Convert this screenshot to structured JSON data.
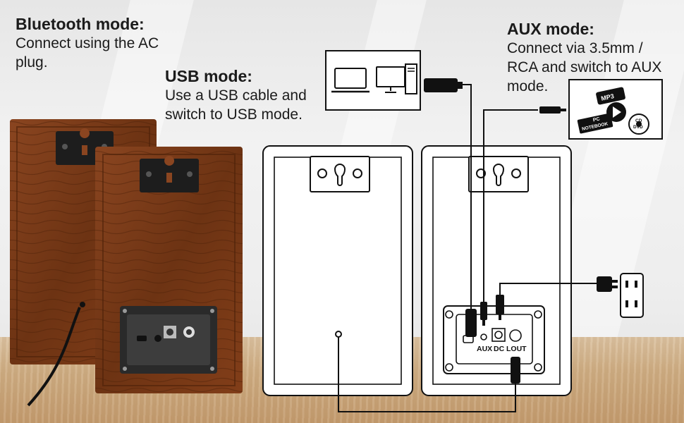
{
  "bluetooth": {
    "title": "Bluetooth mode:",
    "text": "Connect using the AC\nplug."
  },
  "usb": {
    "title": "USB mode:",
    "text": "Use a USB cable and\nswitch to USB mode."
  },
  "aux": {
    "title": "AUX mode:",
    "text": "Connect via 3.5mm /\nRCA and switch to AUX\nmode."
  },
  "panel": {
    "aux": "AUX",
    "dc": "DC",
    "lout": "LOUT"
  },
  "media": {
    "mp3": "MP3",
    "pc": "PC",
    "notebook": "NOTEBOOK",
    "cd": "CD",
    "dvd": "DVD"
  },
  "colors": {
    "wood": "#7a3b17",
    "outline": "#111111"
  }
}
